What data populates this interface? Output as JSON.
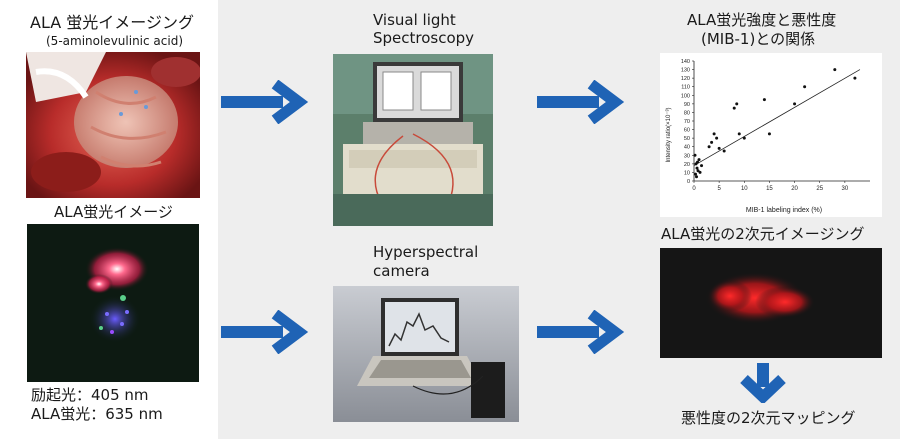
{
  "left": {
    "title": "ALA 蛍光イメージング",
    "subtitle": "(5-aminolevulinic acid)",
    "image_label": "ALA蛍光イメージ",
    "excitation": "励起光：405 nm",
    "emission": "ALA蛍光：635 nm"
  },
  "middle": {
    "top_label_1": "Visual light",
    "top_label_2": "Spectroscopy",
    "bottom_label_1": "Hyperspectral",
    "bottom_label_2": "camera"
  },
  "right": {
    "chart_title_1": "ALA蛍光強度と悪性度",
    "chart_title_2": "(MIB-1)との関係",
    "map_label": "ALA蛍光の2次元イメージング",
    "result_label": "悪性度の2次元マッピング"
  },
  "colors": {
    "arrow": "#1f63b5",
    "accent": "#e0303a"
  },
  "chart_data": {
    "type": "scatter",
    "title": "",
    "xlabel": "MIB-1 labeling index (%)",
    "ylabel": "Intensity ratio(×10⁻³)",
    "xlim": [
      0,
      35
    ],
    "ylim": [
      0,
      140
    ],
    "xticks": [
      0,
      5,
      10,
      15,
      20,
      25,
      30
    ],
    "yticks": [
      0,
      10,
      20,
      30,
      40,
      50,
      60,
      70,
      80,
      90,
      100,
      110,
      120,
      130,
      140
    ],
    "grid": false,
    "trendline": {
      "x": [
        0,
        33
      ],
      "y": [
        18,
        130
      ]
    },
    "points": [
      [
        0.2,
        30
      ],
      [
        0.4,
        20
      ],
      [
        0.6,
        15
      ],
      [
        0.8,
        12
      ],
      [
        1.0,
        25
      ],
      [
        1.2,
        10
      ],
      [
        0.5,
        5
      ],
      [
        1.5,
        18
      ],
      [
        0.3,
        8
      ],
      [
        0.7,
        22
      ],
      [
        3,
        40
      ],
      [
        3.5,
        45
      ],
      [
        4,
        55
      ],
      [
        4.5,
        50
      ],
      [
        5,
        38
      ],
      [
        6,
        35
      ],
      [
        8,
        85
      ],
      [
        8.5,
        90
      ],
      [
        9,
        55
      ],
      [
        10,
        50
      ],
      [
        14,
        95
      ],
      [
        15,
        55
      ],
      [
        20,
        90
      ],
      [
        22,
        110
      ],
      [
        28,
        130
      ],
      [
        32,
        120
      ]
    ]
  }
}
